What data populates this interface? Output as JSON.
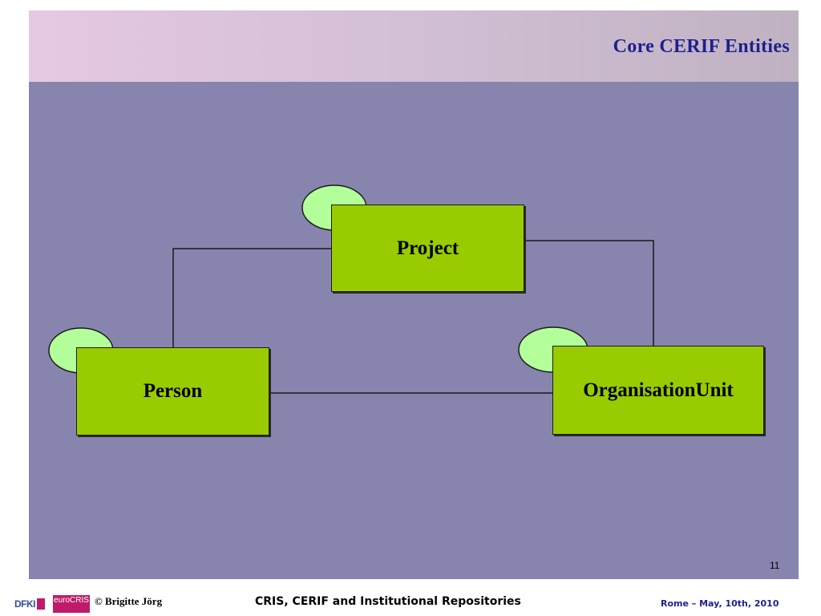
{
  "header": {
    "title": "Core CERIF Entities"
  },
  "diagram": {
    "entities": [
      {
        "id": "project",
        "label": "Project"
      },
      {
        "id": "person",
        "label": "Person"
      },
      {
        "id": "organisation-unit",
        "label": "OrganisationUnit"
      }
    ],
    "relationships": [
      {
        "from": "project",
        "to": "person"
      },
      {
        "from": "project",
        "to": "organisation-unit"
      },
      {
        "from": "person",
        "to": "organisation-unit"
      }
    ],
    "colors": {
      "canvas": "#8785ae",
      "entity_fill": "#99cc00",
      "self_loop_fill": "#b3ff99",
      "title": "#1f1f8f"
    }
  },
  "page": {
    "number": "11"
  },
  "footer": {
    "logos": {
      "dfki": "DFKI",
      "eurocris": "euroCRIS"
    },
    "copyright": "© Brigitte Jörg",
    "center": "CRIS, CERIF and Institutional Repositories",
    "right": "Rome – May, 10th, 2010"
  }
}
